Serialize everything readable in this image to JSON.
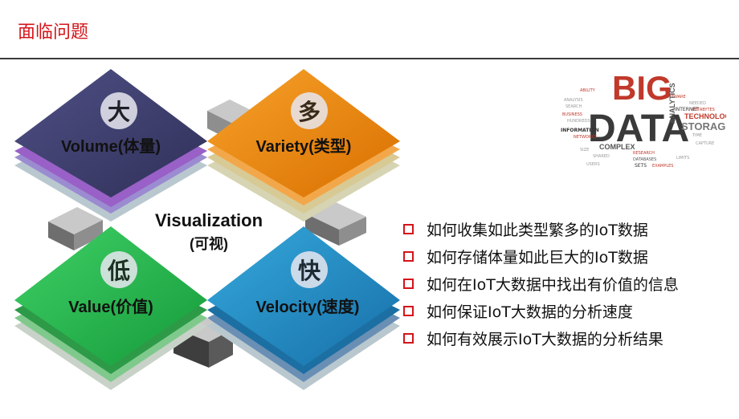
{
  "header": {
    "title": "面临问题"
  },
  "diagram": {
    "volume": {
      "char": "大",
      "label": "Volume(体量)"
    },
    "variety": {
      "char": "多",
      "label": "Variety(类型)"
    },
    "value": {
      "char": "低",
      "label": "Value(价值)"
    },
    "velocity": {
      "char": "快",
      "label": "Velocity(速度)"
    },
    "center": {
      "line1": "Visualization",
      "line2": "(可视)"
    }
  },
  "bullets": [
    "如何收集如此类型繁多的IoT数据",
    "如何存储体量如此巨大的IoT数据",
    "如何在IoT大数据中找出有价值的信息",
    "如何保证IoT大数据的分析速度",
    "如何有效展示IoT大数据的分析结果"
  ],
  "word_cloud": {
    "big": "BIG",
    "data": "DATA",
    "words": [
      "ANALYTICS",
      "TECHNOLOGIES",
      "STORAGE",
      "INFORMATION",
      "COMPLEX",
      "INTERNET",
      "DATABASES",
      "SETS",
      "RESEARCH",
      "NETWORKS",
      "SOFTWARE",
      "EXAMPLES",
      "NEEDED",
      "PETABYTES",
      "ABILITY",
      "TIME",
      "SIZE",
      "SHARED",
      "USERS",
      "LIMITS",
      "CAPTURE",
      "SEARCH",
      "BUSINESS",
      "HUNDREDS",
      "ANALYSIS"
    ]
  },
  "colors": {
    "title_red": "#d4141a",
    "volume": "#3e3f6e",
    "variety": "#e8850c",
    "value": "#22b14c",
    "velocity": "#1f8fc4"
  }
}
